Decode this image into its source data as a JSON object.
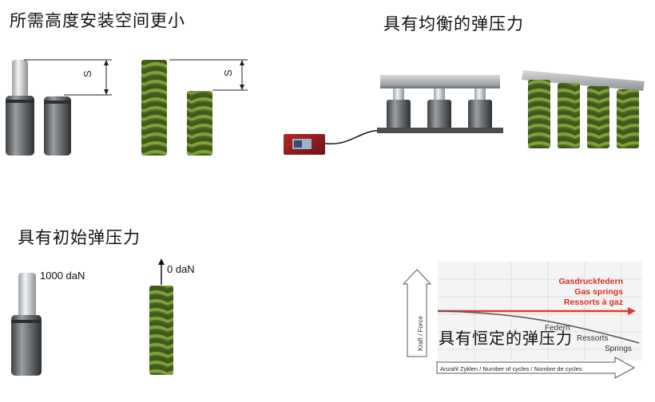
{
  "headings": {
    "smaller_space": "所需高度安装空间更小",
    "balanced_force": "具有均衡的弹压力",
    "initial_force": "具有初始弹压力",
    "constant_force": "具有恒定的弹压力"
  },
  "dimension_label": "S",
  "force_labels": {
    "gas_spring": "1000 daN",
    "coil_spring": "0 daN"
  },
  "graph": {
    "y_axis_label": "Kraft / Force",
    "x_axis_label": "Anzahl Zyklen / Number of cycles / Nombre de cycles",
    "gas_legend": [
      "Gasdruckfedern",
      "Gas springs",
      "Ressorts à gaz"
    ],
    "spring_legend": [
      "Federn",
      "Ressorts",
      "Springs"
    ]
  },
  "colors": {
    "cylinder": "#5a5f62",
    "rod": "#c8cbcd",
    "spring": "#5d7c2a",
    "gas_curve": "#e03a2f",
    "legend_red": "#d9302a"
  }
}
